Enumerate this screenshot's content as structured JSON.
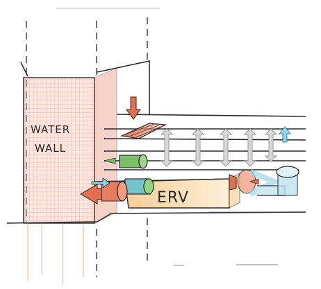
{
  "labels": {
    "water_wall_line1": "WATER",
    "water_wall_line2": "WALL",
    "erv": "ERV"
  },
  "colors": {
    "ink": "#2a2a2a",
    "water_wall_red": "#e0714f",
    "erv_orange": "#f5b75d",
    "fan_green": "#7bbf6a",
    "fan_teal": "#73c3c9",
    "duct_blue": "#9ed5e8",
    "arrow_grey": "#b8b8b8"
  },
  "icons": [
    "down-arrow-icon",
    "up-arrow-icon",
    "left-arrow-icon",
    "right-arrow-icon",
    "fan-icon",
    "airflow-vent-icon"
  ]
}
